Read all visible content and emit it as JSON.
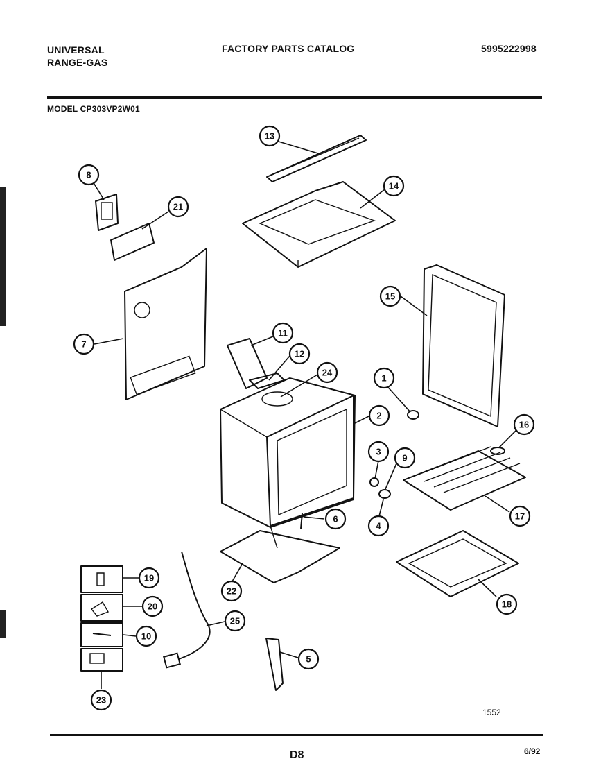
{
  "header": {
    "brand_line1": "UNIVERSAL",
    "brand_line2": "RANGE-GAS",
    "catalog_title": "FACTORY PARTS CATALOG",
    "catalog_number": "5995222998",
    "model_label": "MODEL  CP303VP2W01"
  },
  "callouts": [
    {
      "n": "1"
    },
    {
      "n": "2"
    },
    {
      "n": "3"
    },
    {
      "n": "4"
    },
    {
      "n": "5"
    },
    {
      "n": "6"
    },
    {
      "n": "7"
    },
    {
      "n": "8"
    },
    {
      "n": "9"
    },
    {
      "n": "10"
    },
    {
      "n": "11"
    },
    {
      "n": "12"
    },
    {
      "n": "13"
    },
    {
      "n": "14"
    },
    {
      "n": "15"
    },
    {
      "n": "16"
    },
    {
      "n": "17"
    },
    {
      "n": "18"
    },
    {
      "n": "19"
    },
    {
      "n": "20"
    },
    {
      "n": "21"
    },
    {
      "n": "22"
    },
    {
      "n": "23"
    },
    {
      "n": "24"
    },
    {
      "n": "25"
    }
  ],
  "footer": {
    "drawing_number": "1552",
    "page_code": "D8",
    "date": "6/92"
  }
}
